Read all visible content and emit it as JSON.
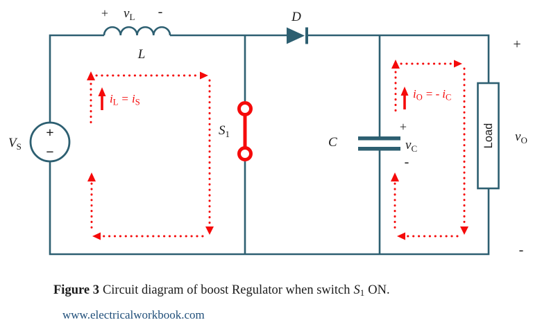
{
  "colors": {
    "wire": "#2d5f71",
    "accent_red": "#f50a0a",
    "text": "#1b1b1b",
    "url_text": "#1f4e79",
    "background": "#ffffff"
  },
  "source": {
    "label": "V",
    "label_sub": "S",
    "plus": "+",
    "minus": "−"
  },
  "inductor": {
    "label": "L",
    "plus": "+",
    "v": "v",
    "v_sub": "L",
    "minus": "-"
  },
  "diode": {
    "label": "D"
  },
  "switch": {
    "label": "S",
    "label_sub": "1"
  },
  "capacitor": {
    "label": "C",
    "plus": "+",
    "v": "v",
    "v_sub": "C",
    "minus": "-"
  },
  "load": {
    "label": "Load",
    "plus": "+",
    "v": "v",
    "v_sub": "O",
    "minus": "-"
  },
  "left_loop": {
    "i1": "i",
    "i1_sub": "L",
    "eq": "=",
    "i2": "i",
    "i2_sub": "S"
  },
  "right_loop": {
    "i1": "i",
    "i1_sub": "O",
    "eq": "= -",
    "i2": "i",
    "i2_sub": "C"
  },
  "caption": {
    "figure_label": "Figure 3",
    "body": "Circuit diagram of boost Regulator when switch",
    "switch_var": "S",
    "switch_sub": "1",
    "tail": "ON."
  },
  "watermark": "www.electricalworkbook.com"
}
